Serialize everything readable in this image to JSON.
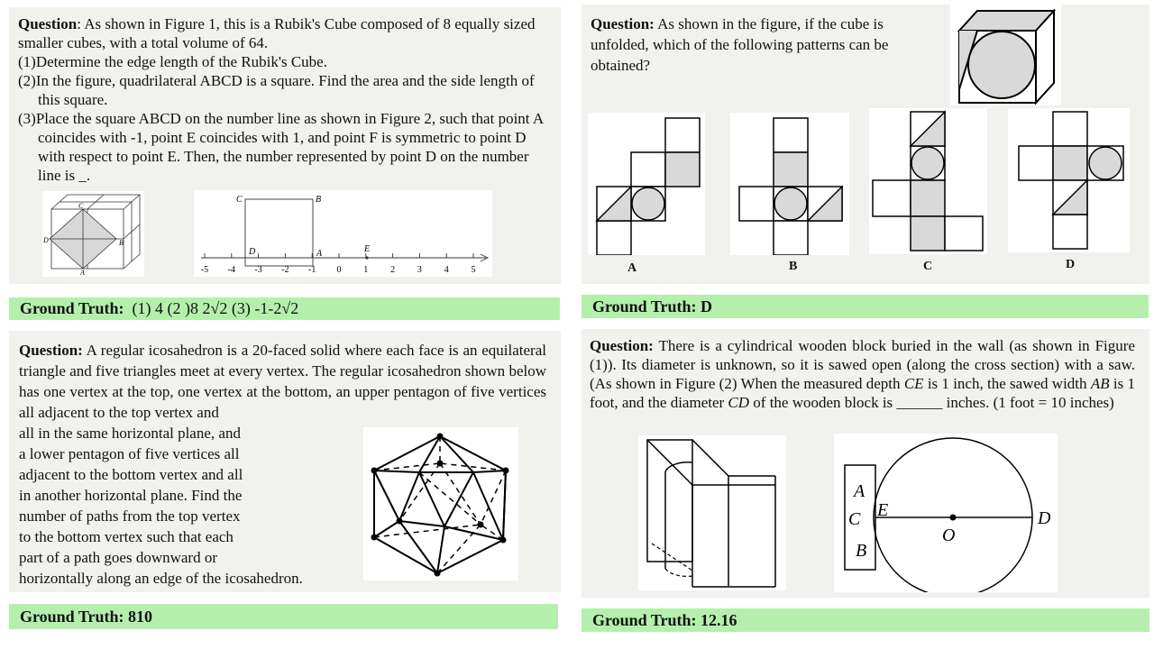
{
  "q1": {
    "question_label": "Question",
    "intro": ": As shown in Figure 1, this is a Rubik's Cube composed of 8 equally sized smaller cubes, with a total volume of 64.",
    "parts": [
      "(1)Determine the edge length of the Rubik's Cube.",
      "(2)In the figure, quadrilateral ABCD is a square. Find the area and the side length of this square.",
      "(3)Place the square ABCD on the number line as shown in Figure 2, such that point A coincides with -1, point E coincides with 1, and point F is symmetric to point D with respect to point E. Then, the number represented by point D on the number line is _."
    ],
    "cube_labels": {
      "a": "A",
      "b": "B",
      "c": "C",
      "d": "D"
    },
    "numberline": {
      "ticks": [
        "-5",
        "-4",
        "-3",
        "-2",
        "-1",
        "0",
        "1",
        "2",
        "3",
        "4",
        "5"
      ],
      "points": {
        "c": "C",
        "b": "B",
        "d": "D",
        "a": "A",
        "e": "E"
      }
    },
    "ground_truth_label": "Ground Truth:",
    "ground_truth_value": "(1) 4 (2 )8 2√2 (3) -1-2√2"
  },
  "q2": {
    "question_label": "Question:",
    "text": " As shown in the figure, if the cube is unfolded, which of the following patterns can be obtained?",
    "options": [
      "A",
      "B",
      "C",
      "D"
    ],
    "ground_truth_label": "Ground Truth:",
    "ground_truth_value": "D"
  },
  "q3": {
    "question_label": "Question:",
    "text_wide": " A regular icosahedron is a 20-faced solid where each face is an equilateral triangle and five triangles meet at every vertex. The regular icosahedron shown below has one vertex at the top, one vertex at the bottom, an upper pentagon of five vertices all adjacent to the top vertex and",
    "text_lines": [
      "all in the same horizontal plane, and",
      "a lower pentagon of five vertices all",
      "adjacent to the bottom vertex and all",
      "in another horizontal plane. Find the",
      "number of paths from the top vertex",
      "to the bottom vertex such that each",
      "part of a path goes downward or",
      "horizontally along an edge of the icosahedron."
    ],
    "ground_truth_label": "Ground Truth:",
    "ground_truth_value": "810"
  },
  "q4": {
    "question_label": "Question:",
    "text_1": " There is a cylindrical wooden block buried in the wall (as shown in Figure (1)). Its diameter is unknown, so it is sawed open (along the cross section) with a saw. (As shown in Figure (2) When the measured depth ",
    "ce": "CE",
    "text_2": " is 1 inch, the sawed width ",
    "ab": "AB",
    "text_3": " is 1 foot, and the diameter ",
    "cd": "CD",
    "text_4": " of the wooden block is ______ inches. (1 foot = 10 inches)",
    "circle_labels": {
      "a": "A",
      "c": "C",
      "e": "E",
      "b": "B",
      "o": "O",
      "d": "D"
    },
    "ground_truth_label": "Ground Truth:",
    "ground_truth_value": "12.16"
  }
}
